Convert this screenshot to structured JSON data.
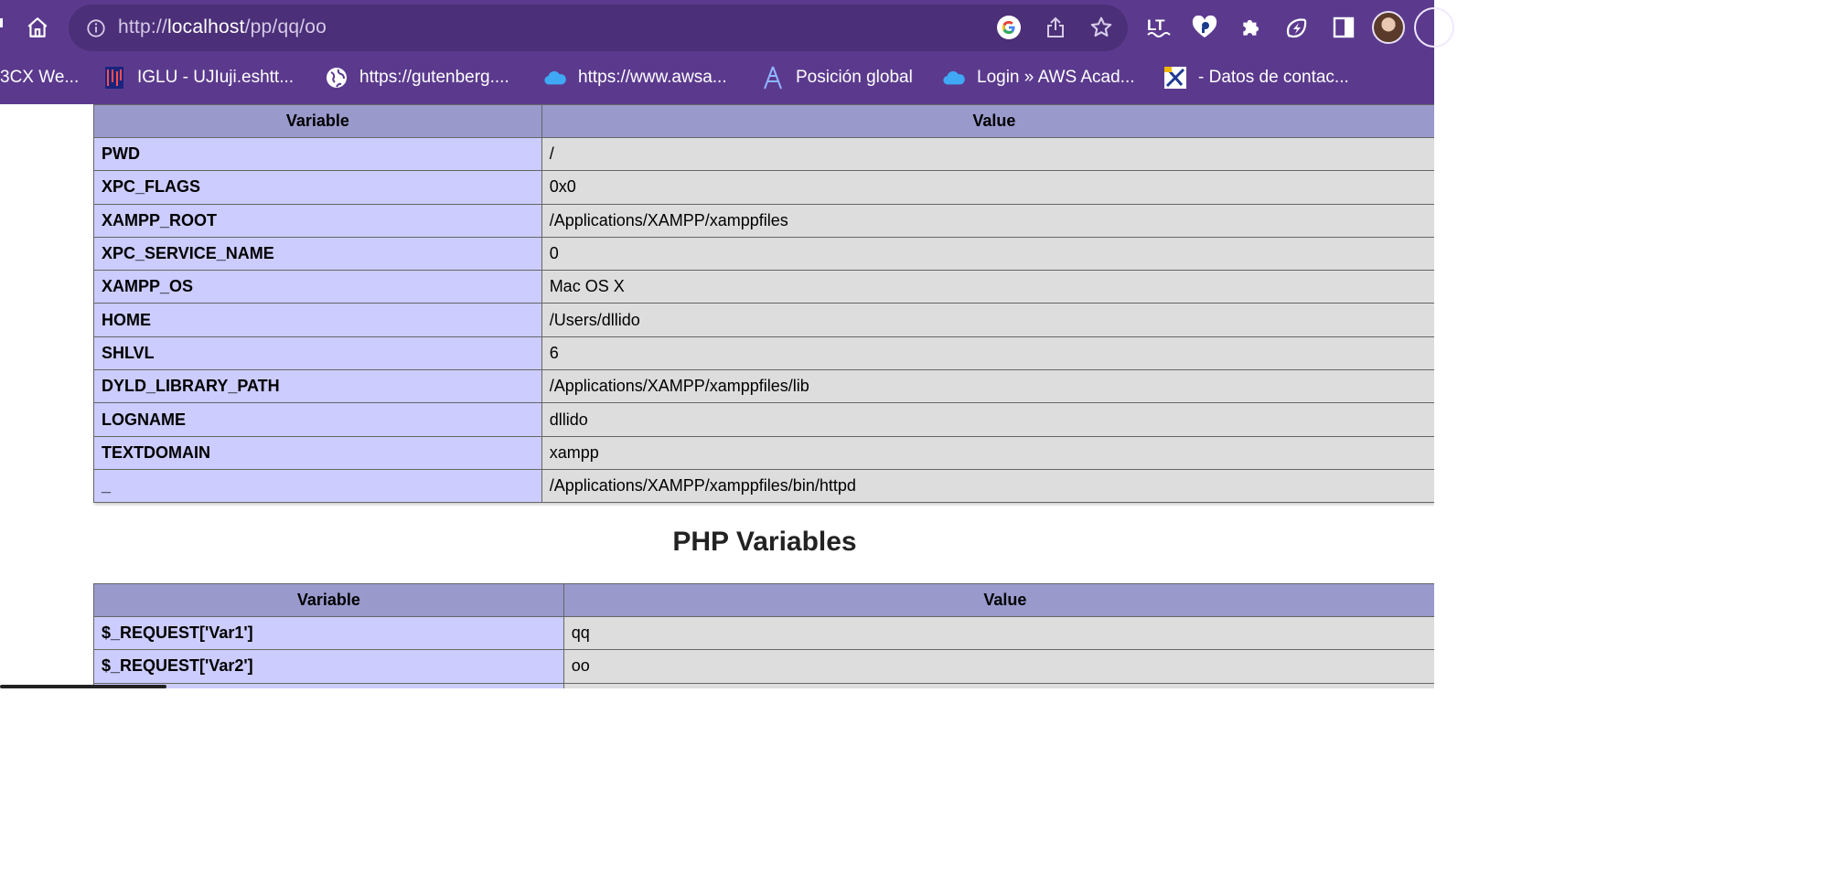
{
  "browser": {
    "url_prefix": "http://",
    "url_host": "localhost",
    "url_path": "/pp/qq/oo",
    "colors": {
      "chrome": "#5b3a8e",
      "omnibox": "#4b2f78"
    }
  },
  "bookmarks": [
    {
      "label": "3CX We...",
      "icon": "3cx-icon"
    },
    {
      "label": "IGLU - UJIuji.eshtt...",
      "icon": "iglu-icon"
    },
    {
      "label": "https://gutenberg....",
      "icon": "globe-icon"
    },
    {
      "label": "https://www.awsa...",
      "icon": "cloud-icon"
    },
    {
      "label": "Posición global",
      "icon": "posicion-icon"
    },
    {
      "label": "Login » AWS Acad...",
      "icon": "cloud-icon"
    },
    {
      "label": "- Datos de contac...",
      "icon": "datos-icon"
    }
  ],
  "env_table": {
    "headers": [
      "Variable",
      "Value"
    ],
    "rows": [
      [
        "PWD",
        "/"
      ],
      [
        "XPC_FLAGS",
        "0x0"
      ],
      [
        "XAMPP_ROOT",
        "/Applications/XAMPP/xamppfiles"
      ],
      [
        "XPC_SERVICE_NAME",
        "0"
      ],
      [
        "XAMPP_OS",
        "Mac OS X"
      ],
      [
        "HOME",
        "/Users/dllido"
      ],
      [
        "SHLVL",
        "6"
      ],
      [
        "DYLD_LIBRARY_PATH",
        "/Applications/XAMPP/xamppfiles/lib"
      ],
      [
        "LOGNAME",
        "dllido"
      ],
      [
        "TEXTDOMAIN",
        "xampp"
      ],
      [
        "_",
        "/Applications/XAMPP/xamppfiles/bin/httpd"
      ]
    ]
  },
  "php_section": {
    "title": "PHP Variables",
    "headers": [
      "Variable",
      "Value"
    ],
    "rows": [
      [
        "$_REQUEST['Var1']",
        "qq"
      ],
      [
        "$_REQUEST['Var2']",
        "oo"
      ]
    ]
  }
}
